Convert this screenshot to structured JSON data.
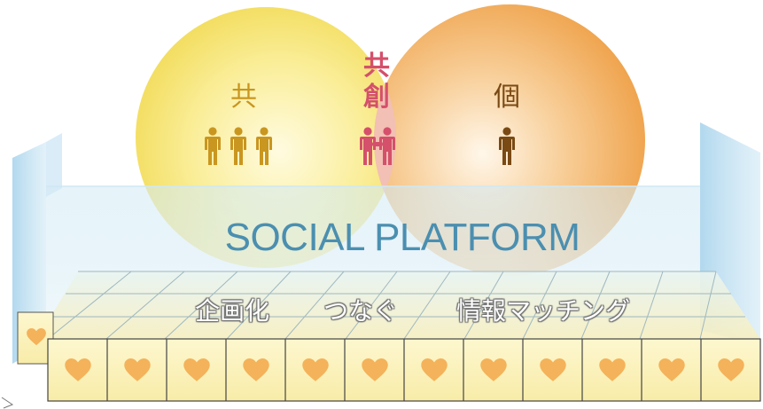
{
  "venn": {
    "left_label": "共",
    "middle_label_line1": "共",
    "middle_label_line2": "創",
    "right_label": "個"
  },
  "platform": {
    "title": "SOCIAL PLATFORM"
  },
  "keywords": [
    "企画化",
    "つなぐ",
    "情報マッチング"
  ],
  "icons": {
    "people": "person-icon",
    "handshake": "handshake-icon",
    "tile": "heart-icon"
  },
  "colors": {
    "left_circle": "#f6e36a",
    "right_circle": "#f0a348",
    "overlap": "#f0b2a4",
    "people_gold": "#c9961f",
    "people_pink": "#d4506b",
    "people_brown": "#7a4a14",
    "platform_text": "#4b8fb0",
    "tile_face": "#fbf2b7",
    "heart": "#f4b25a"
  }
}
